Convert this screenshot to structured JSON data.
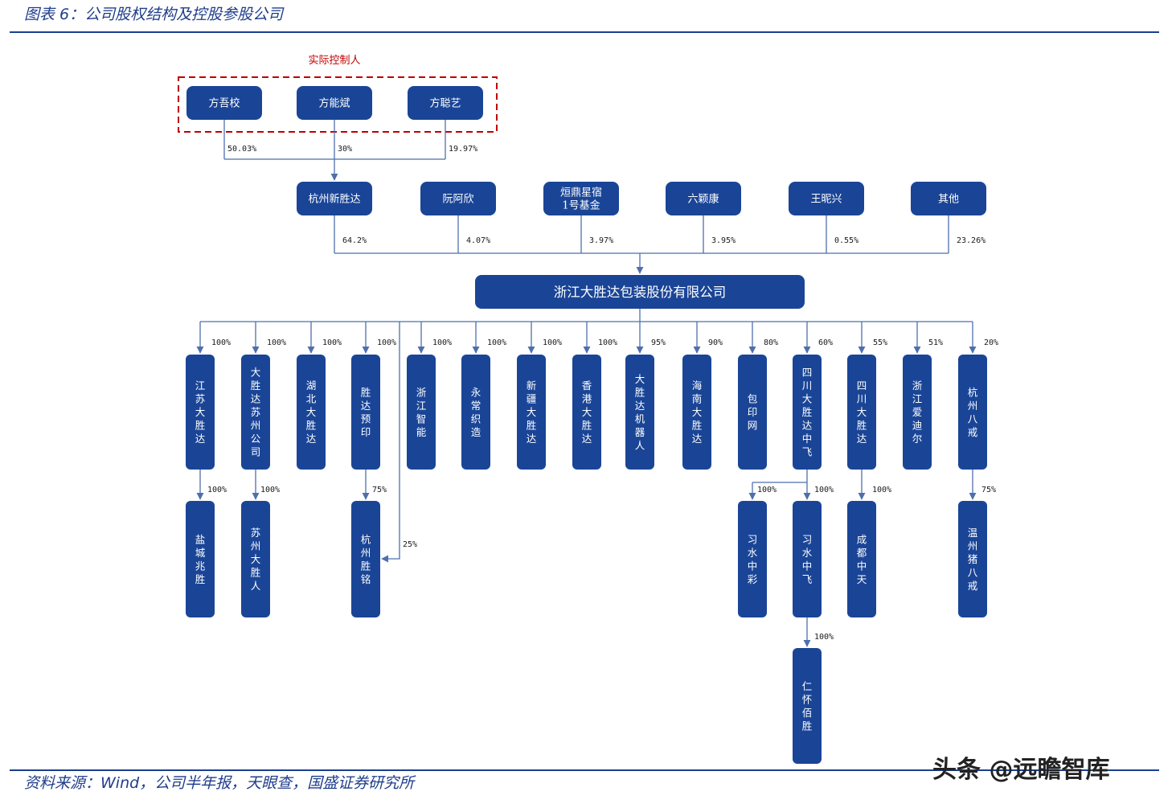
{
  "header": {
    "title": "图表 6：公司股权结构及控股参股公司"
  },
  "footer": {
    "source": "资料来源：Wind，公司半年报，天眼查，国盛证券研究所"
  },
  "watermark": "头条 @远瞻智库",
  "colors": {
    "node": "#1a4597",
    "line": "#4d6fae",
    "control_border": "#c00000",
    "rule": "#1a3f8f"
  },
  "controllers_group": {
    "label": "实际控制人",
    "members": [
      {
        "name": "方吾校",
        "share": "50.03%"
      },
      {
        "name": "方能斌",
        "share": "30%"
      },
      {
        "name": "方聪艺",
        "share": "19.97%"
      }
    ]
  },
  "shareholders": [
    {
      "name": "杭州新胜达",
      "share": "64.2%"
    },
    {
      "name": "阮阿欣",
      "share": "4.07%"
    },
    {
      "name": "烜鼎星宿1号基金",
      "share": "3.97%"
    },
    {
      "name": "六颖康",
      "share": "3.95%"
    },
    {
      "name": "王昵兴",
      "share": "0.55%"
    },
    {
      "name": "其他",
      "share": "23.26%"
    }
  ],
  "company": {
    "name": "浙江大胜达包装股份有限公司"
  },
  "subsidiaries": [
    {
      "name": "江苏大胜达",
      "share": "100%"
    },
    {
      "name": "大胜达苏州公司",
      "share": "100%"
    },
    {
      "name": "湖北大胜达",
      "share": "100%"
    },
    {
      "name": "胜达预印",
      "share": "100%"
    },
    {
      "name": "浙江智能",
      "share": "100%"
    },
    {
      "name": "永常织造",
      "share": "100%"
    },
    {
      "name": "新疆大胜达",
      "share": "100%"
    },
    {
      "name": "香港大胜达",
      "share": "100%"
    },
    {
      "name": "大胜达机器人",
      "share": "95%"
    },
    {
      "name": "海南大胜达",
      "share": "90%"
    },
    {
      "name": "包印网",
      "share": "80%"
    },
    {
      "name": "四川大胜达中飞",
      "share": "60%"
    },
    {
      "name": "四川大胜达",
      "share": "55%"
    },
    {
      "name": "浙江爱迪尔",
      "share": "51%"
    },
    {
      "name": "杭州八戒",
      "share": "20%"
    }
  ],
  "second_level": [
    {
      "name": "盐城兆胜",
      "parent": "江苏大胜达",
      "share": "100%"
    },
    {
      "name": "苏州大胜人",
      "parent": "大胜达苏州公司",
      "share": "100%"
    },
    {
      "name": "杭州胜铭",
      "parent": "胜达预印",
      "share": "75%",
      "company_share": "25%"
    },
    {
      "name": "习水中彩",
      "parent": "四川大胜达中飞",
      "share": "100%"
    },
    {
      "name": "习水中飞",
      "parent": "四川大胜达中飞",
      "share": "100%"
    },
    {
      "name": "成都中天",
      "parent": "四川大胜达",
      "share": "100%"
    },
    {
      "name": "温州猪八戒",
      "parent": "杭州八戒",
      "share": "75%"
    }
  ],
  "third_level": [
    {
      "name": "仁怀佰胜",
      "parent": "习水中飞",
      "share": "100%"
    }
  ]
}
